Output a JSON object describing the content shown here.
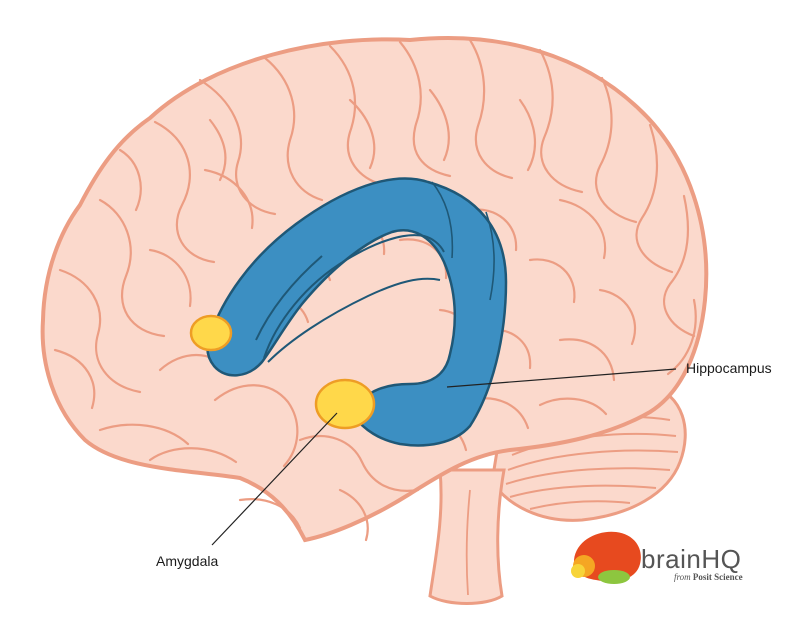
{
  "labels": {
    "hippocampus": "Hippocampus",
    "amygdala": "Amygdala"
  },
  "logo": {
    "brand_part1": "brain",
    "brand_part2": "HQ",
    "from": "from",
    "company": "Posit Science"
  },
  "colors": {
    "brain_fill": "#fbd9cc",
    "brain_outline": "#ec9d83",
    "hippocampus_fill": "#3c8fc2",
    "hippocampus_outline": "#1f5877",
    "amygdala_fill": "#ffd84a",
    "amygdala_outline": "#ee9d25",
    "leader_line": "#222222",
    "logo_text": "#555555",
    "logo_red": "#e74a1f",
    "logo_orange": "#f5a623",
    "logo_yellow": "#f7d43a",
    "logo_green": "#8dc63f"
  }
}
